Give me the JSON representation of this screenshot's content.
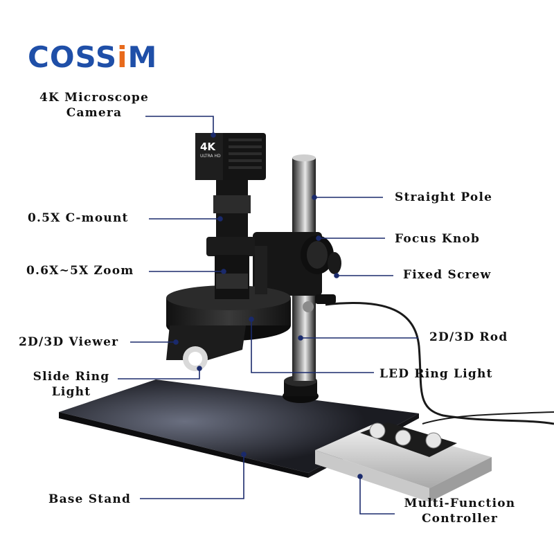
{
  "brand": {
    "logo_text": "COSSiM",
    "logo_color": "#1f4fa8",
    "accent_color": "#e86a1c"
  },
  "camera": {
    "badge_main": "4K",
    "badge_sub": "ULTRA HD"
  },
  "callout_color": "#1a2a6c",
  "labels": {
    "camera_line1": "4K Microscope",
    "camera_line2": "Camera",
    "cmount": "0.5X C-mount",
    "zoom": "0.6X~5X Zoom",
    "viewer": "2D/3D Viewer",
    "slide_ring_line1": "Slide Ring",
    "slide_ring_line2": "Light",
    "straight_pole": "Straight Pole",
    "focus_knob": "Focus Knob",
    "fixed_screw": "Fixed Screw",
    "rod": "2D/3D Rod",
    "led_ring": "LED Ring Light",
    "base_stand": "Base Stand",
    "controller_line1": "Multi-Function",
    "controller_line2": "Controller"
  }
}
